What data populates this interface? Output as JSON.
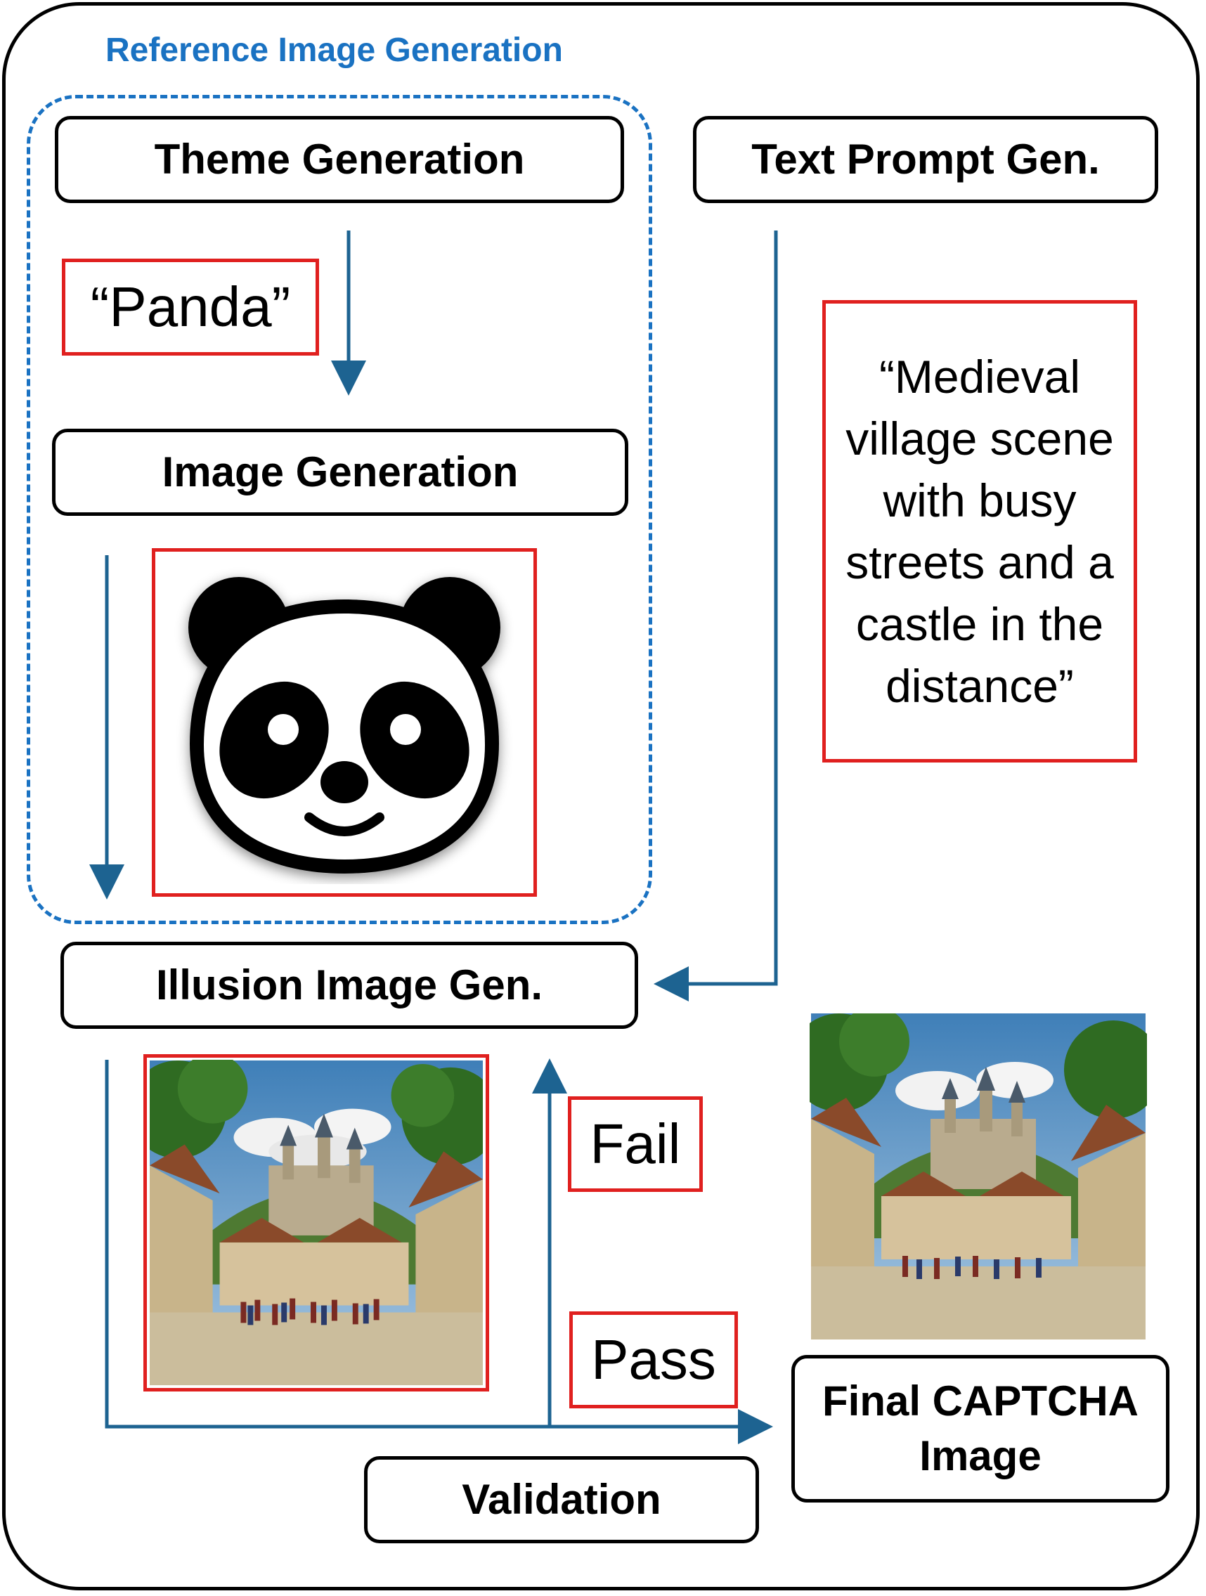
{
  "section": {
    "label": "Reference Image Generation"
  },
  "boxes": {
    "theme": "Theme Generation",
    "text_prompt": "Text Prompt Gen.",
    "image_gen": "Image Generation",
    "illusion": "Illusion Image Gen.",
    "validation": "Validation",
    "final": "Final CAPTCHA Image"
  },
  "tags": {
    "panda": "“Panda”",
    "fail": "Fail",
    "pass": "Pass",
    "prompt": "“Medieval village scene with busy streets and a castle in the distance”"
  },
  "colors": {
    "accent_blue": "#1a72c2",
    "arrow": "#1d6391",
    "red": "#e0201f"
  },
  "icons": [
    "panda-face-image",
    "medieval-village-image"
  ]
}
